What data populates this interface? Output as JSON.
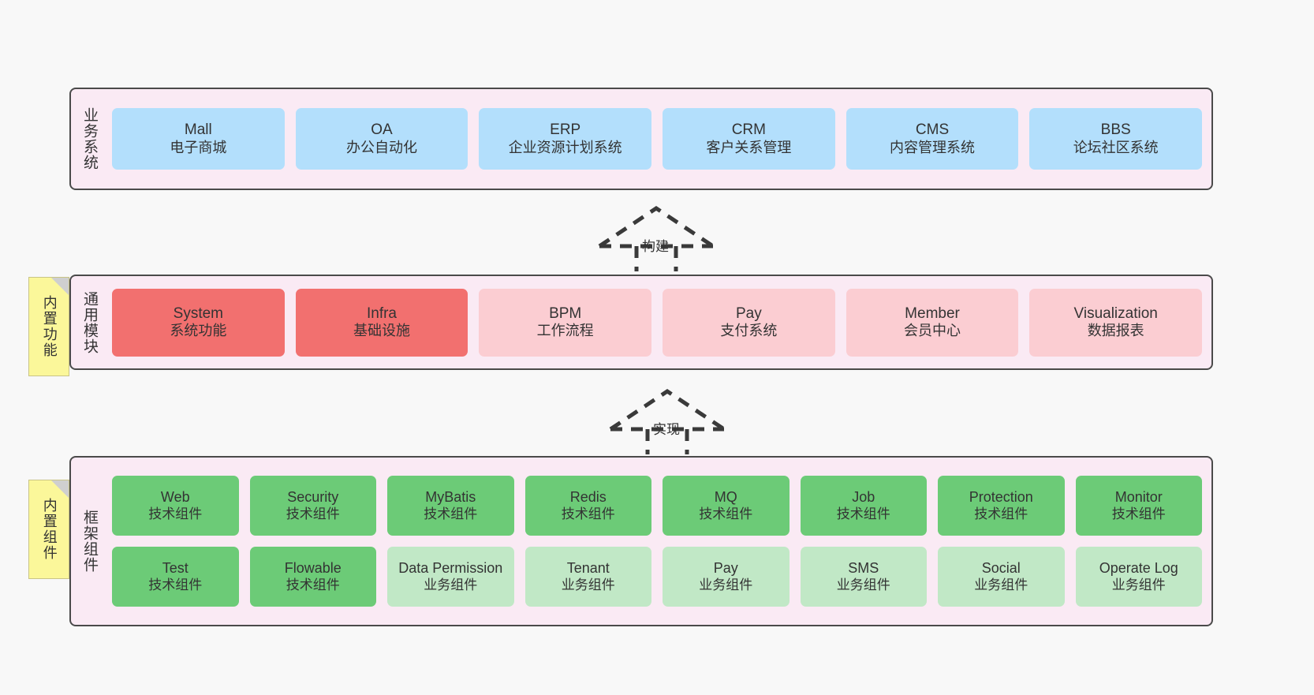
{
  "diagram": {
    "background_color": "#f8f8f8",
    "panel_fill": "#faeaf4",
    "panel_border": "#4a4a4a"
  },
  "layers": [
    {
      "id": "business",
      "title": "业务系统",
      "card_color": "#b3dffc",
      "cards": [
        {
          "en": "Mall",
          "cn": "电子商城"
        },
        {
          "en": "OA",
          "cn": "办公自动化"
        },
        {
          "en": "ERP",
          "cn": "企业资源计划系统"
        },
        {
          "en": "CRM",
          "cn": "客户关系管理"
        },
        {
          "en": "CMS",
          "cn": "内容管理系统"
        },
        {
          "en": "BBS",
          "cn": "论坛社区系统"
        }
      ]
    },
    {
      "id": "common-module",
      "title": "通用模块",
      "card_color_solid": "#f2706f",
      "card_color_pale": "#fbcdd2",
      "cards": [
        {
          "en": "System",
          "cn": "系统功能",
          "style": "solid"
        },
        {
          "en": "Infra",
          "cn": "基础设施",
          "style": "solid"
        },
        {
          "en": "BPM",
          "cn": "工作流程",
          "style": "pale"
        },
        {
          "en": "Pay",
          "cn": "支付系统",
          "style": "pale"
        },
        {
          "en": "Member",
          "cn": "会员中心",
          "style": "pale"
        },
        {
          "en": "Visualization",
          "cn": "数据报表",
          "style": "pale"
        }
      ]
    },
    {
      "id": "framework-component",
      "title": "框架组件",
      "card_color_tech": "#6ccb77",
      "card_color_biz": "#c1e8c6",
      "row1": [
        {
          "en": "Web",
          "cn": "技术组件",
          "style": "tech"
        },
        {
          "en": "Security",
          "cn": "技术组件",
          "style": "tech"
        },
        {
          "en": "MyBatis",
          "cn": "技术组件",
          "style": "tech"
        },
        {
          "en": "Redis",
          "cn": "技术组件",
          "style": "tech"
        },
        {
          "en": "MQ",
          "cn": "技术组件",
          "style": "tech"
        },
        {
          "en": "Job",
          "cn": "技术组件",
          "style": "tech"
        },
        {
          "en": "Protection",
          "cn": "技术组件",
          "style": "tech"
        },
        {
          "en": "Monitor",
          "cn": "技术组件",
          "style": "tech"
        }
      ],
      "row2": [
        {
          "en": "Test",
          "cn": "技术组件",
          "style": "tech"
        },
        {
          "en": "Flowable",
          "cn": "技术组件",
          "style": "tech"
        },
        {
          "en": "Data Permission",
          "cn": "业务组件",
          "style": "biz"
        },
        {
          "en": "Tenant",
          "cn": "业务组件",
          "style": "biz"
        },
        {
          "en": "Pay",
          "cn": "业务组件",
          "style": "biz"
        },
        {
          "en": "SMS",
          "cn": "业务组件",
          "style": "biz"
        },
        {
          "en": "Social",
          "cn": "业务组件",
          "style": "biz"
        },
        {
          "en": "Operate Log",
          "cn": "业务组件",
          "style": "biz"
        }
      ]
    }
  ],
  "notes": [
    {
      "id": "builtin-feature",
      "text": "内置功能",
      "color": "#fbf79a"
    },
    {
      "id": "builtin-component",
      "text": "内置组件",
      "color": "#fbf79a"
    }
  ],
  "connectors": [
    {
      "id": "build",
      "label": "构建",
      "style": "dashed-generalization"
    },
    {
      "id": "implement",
      "label": "实现",
      "style": "dashed-generalization"
    }
  ]
}
